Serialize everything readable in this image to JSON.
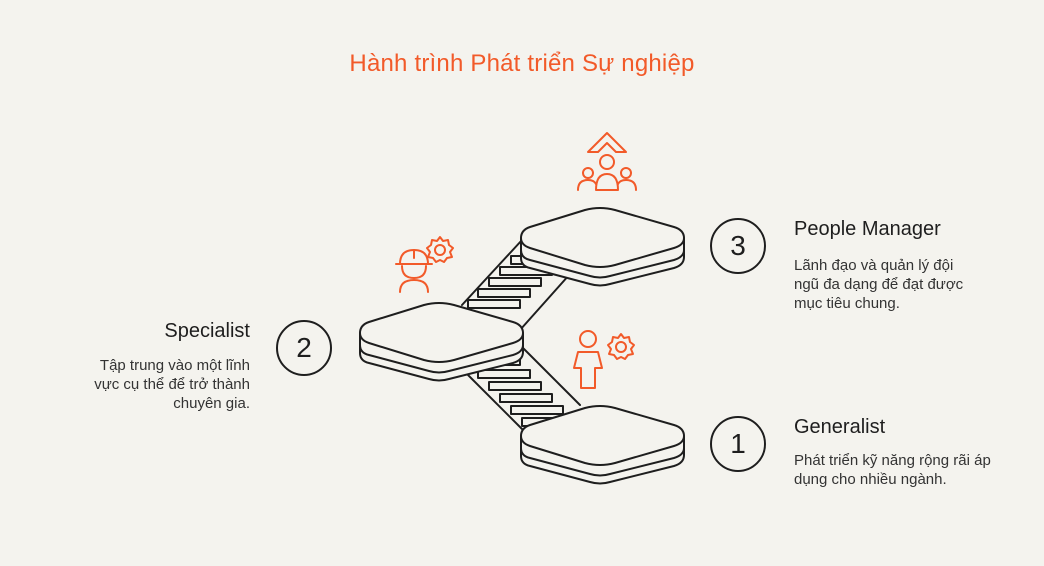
{
  "title": "Hành trình Phát triển Sự nghiệp",
  "colors": {
    "accent": "#f25a29",
    "ink": "#1e1e1e",
    "background": "#f4f3ee"
  },
  "steps": [
    {
      "number": "1",
      "title": "Generalist",
      "description": "Phát triển kỹ năng rộng rãi áp dụng cho nhiều ngành.",
      "icon": "person-gear-icon"
    },
    {
      "number": "2",
      "title": "Specialist",
      "description": "Tập trung vào một lĩnh vực cụ thể để trở thành chuyên gia.",
      "icon": "worker-gear-icon"
    },
    {
      "number": "3",
      "title": "People Manager",
      "description": "Lãnh đạo và quản lý đội ngũ đa dạng để đạt được mục tiêu chung.",
      "icon": "team-growth-icon"
    }
  ]
}
